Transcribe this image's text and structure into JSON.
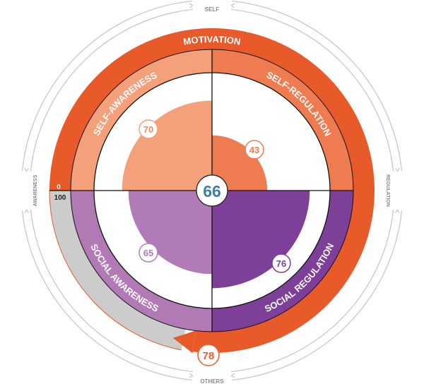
{
  "outer_labels": {
    "top": "SELF",
    "bottom": "OTHERS",
    "left": "AWARENESS",
    "right": "REGULATION"
  },
  "motivation": {
    "label": "MOTIVATION",
    "value": "78",
    "fraction": 0.78,
    "scale_min": "0",
    "scale_max": "100"
  },
  "overall": {
    "value": "66"
  },
  "quadrants": [
    {
      "id": "self-awareness",
      "label": "SELF-AWARENESS",
      "value": "70",
      "score": 70,
      "band_color": "#f4a07a",
      "fill_color": "#f4a07a"
    },
    {
      "id": "self-regulation",
      "label": "SELF-REGULATION",
      "value": "43",
      "score": 43,
      "band_color": "#ee7c50",
      "fill_color": "#ee7c50"
    },
    {
      "id": "social-regulation",
      "label": "SOCIAL REGULATION",
      "value": "76",
      "score": 76,
      "band_color": "#7d3f98",
      "fill_color": "#7d3f98"
    },
    {
      "id": "social-awareness",
      "label": "SOCIAL AWARENESS",
      "value": "65",
      "score": 65,
      "band_color": "#b27ab5",
      "fill_color": "#b07bb6"
    }
  ],
  "colors": {
    "motivation": "#e95a2b",
    "track": "#cccccc",
    "guide": "#c8c8c8",
    "overall_text": "#3f7fa6",
    "outer_text": "#8a8a8a"
  }
}
